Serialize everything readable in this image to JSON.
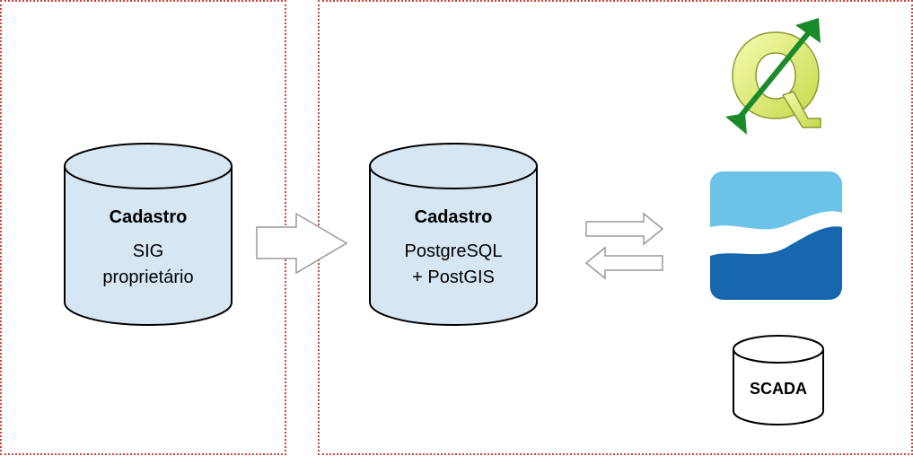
{
  "legacy": {
    "title": "Cadastro",
    "line1": "SIG",
    "line2": "proprietário"
  },
  "modern": {
    "title": "Cadastro",
    "line1": "PostgreSQL",
    "line2": "+ PostGIS"
  },
  "scada": {
    "label": "SCADA"
  },
  "icons": {
    "qgis": "qgis-logo-icon",
    "water": "water-utility-logo-icon"
  },
  "colors": {
    "panel_border": "#d0443a",
    "cylinder_fill": "#d6e6f3",
    "logo_light_blue": "#6cc3e8",
    "logo_dark_blue": "#1667ad",
    "qgis_yellow": "#e6f070",
    "qgis_green": "#1a8a2a"
  }
}
